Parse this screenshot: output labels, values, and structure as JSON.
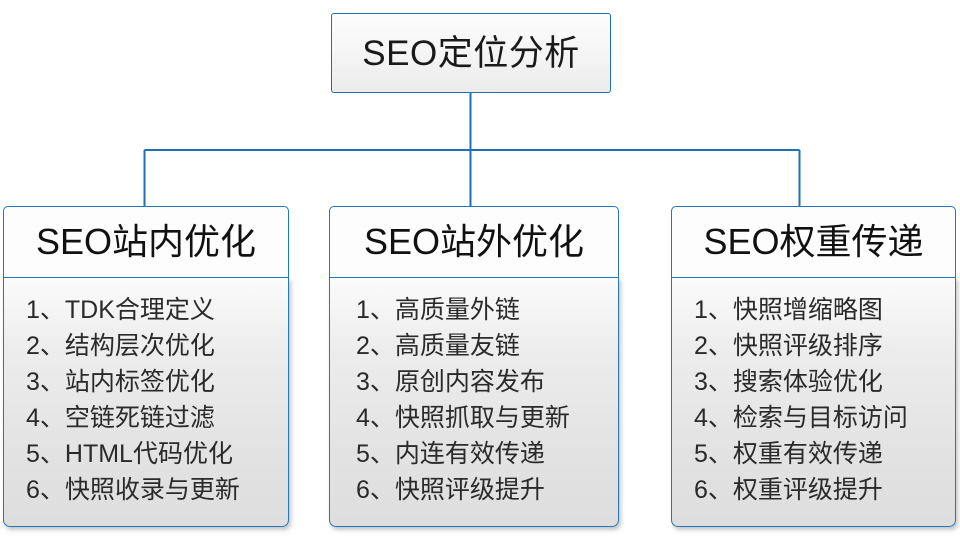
{
  "diagram": {
    "type": "org-chart",
    "root": {
      "title": "SEO定位分析"
    },
    "connector_color": "#1f6fb5",
    "branches": [
      {
        "header": "SEO站内优化",
        "items": [
          {
            "index": "1、",
            "label": "TDK合理定义"
          },
          {
            "index": "2、",
            "label": "结构层次优化"
          },
          {
            "index": "3、",
            "label": "站内标签优化"
          },
          {
            "index": "4、",
            "label": "空链死链过滤"
          },
          {
            "index": "5、",
            "label": "HTML代码优化"
          },
          {
            "index": "6、",
            "label": "快照收录与更新"
          }
        ]
      },
      {
        "header": "SEO站外优化",
        "items": [
          {
            "index": "1、",
            "label": "高质量外链"
          },
          {
            "index": "2、",
            "label": "高质量友链"
          },
          {
            "index": "3、",
            "label": "原创内容发布"
          },
          {
            "index": "4、",
            "label": "快照抓取与更新"
          },
          {
            "index": "5、",
            "label": "内连有效传递"
          },
          {
            "index": "6、",
            "label": "快照评级提升"
          }
        ]
      },
      {
        "header": "SEO权重传递",
        "items": [
          {
            "index": "1、",
            "label": "快照增缩略图"
          },
          {
            "index": "2、",
            "label": "快照评级排序"
          },
          {
            "index": "3、",
            "label": "搜索体验优化"
          },
          {
            "index": "4、",
            "label": "检索与目标访问"
          },
          {
            "index": "5、",
            "label": "权重有效传递"
          },
          {
            "index": "6、",
            "label": "权重评级提升"
          }
        ]
      }
    ]
  }
}
